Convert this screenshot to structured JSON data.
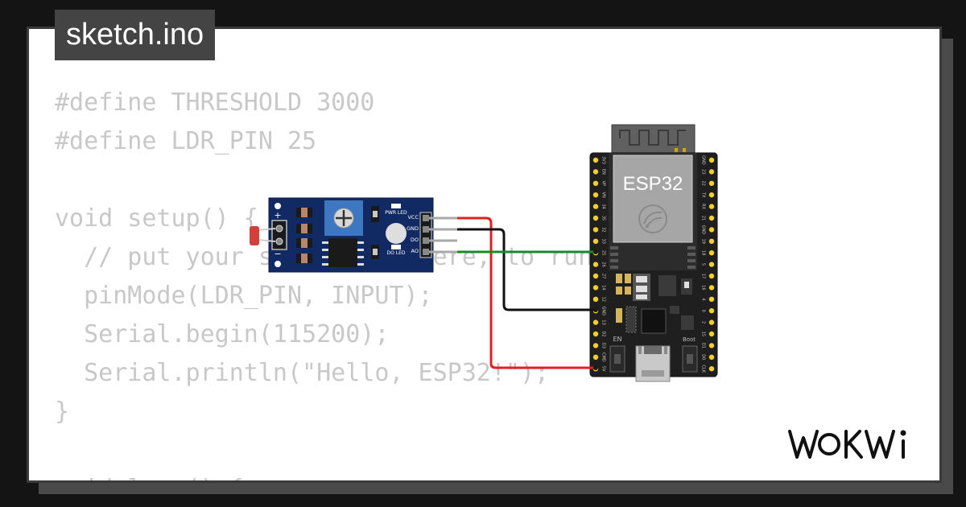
{
  "editor": {
    "filename": "sketch.ino",
    "code_lines": [
      "#define THRESHOLD 3000",
      "#define LDR_PIN 25",
      "",
      "void setup() {",
      "  // put your setup code here, to run once:",
      "  pinMode(LDR_PIN, INPUT);",
      "  Serial.begin(115200);",
      "  Serial.println(\"Hello, ESP32!\");",
      "}",
      "",
      "void loop() {"
    ]
  },
  "ldr_module": {
    "plus_label": "+",
    "minus_label": "−",
    "pwr_led_label": "PWR LED",
    "do_led_label": "DO LED",
    "pins": [
      "VCC",
      "GND",
      "DO",
      "AO"
    ]
  },
  "esp32": {
    "chip_label": "ESP32",
    "en_label": "EN",
    "boot_label": "Boot",
    "left_pins": [
      "3V3",
      "EN",
      "VP",
      "VN",
      "34",
      "35",
      "32",
      "33",
      "25",
      "26",
      "27",
      "14",
      "12",
      "GND",
      "13",
      "D2",
      "D3",
      "CMD",
      "5V"
    ],
    "right_pins": [
      "GND",
      "23",
      "22",
      "TX",
      "RX",
      "21",
      "GND",
      "19",
      "18",
      "5",
      "17",
      "16",
      "4",
      "0",
      "2",
      "15",
      "D1",
      "D0",
      "CLK"
    ]
  },
  "wires": {
    "vcc_color": "#e0201e",
    "gnd_color": "#111111",
    "ao_color": "#1a8c1a"
  },
  "brand": {
    "logo_text": "WOKWi"
  }
}
